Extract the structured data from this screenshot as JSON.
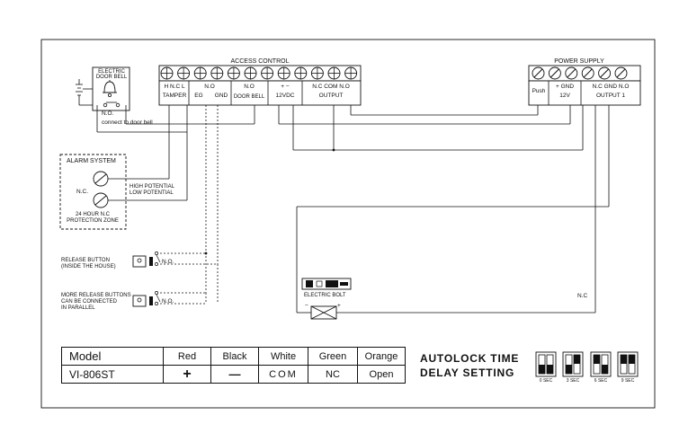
{
  "access_control": {
    "title": "ACCESS CONTROL",
    "tamper_top": "H N.C L",
    "tamper": "TAMPER",
    "eg_top": "N.O",
    "eg": "EG",
    "gnd": "GND",
    "doorbell_top": "N.O",
    "doorbell": "DOOR BELL",
    "power_top": "+   −",
    "power": "12VDC",
    "output_top": "N.C COM N.O",
    "output": "OUTPUT"
  },
  "power_supply": {
    "title": "POWER SUPPLY",
    "push": "Push",
    "v12_top": "+  GND",
    "v12": "12V",
    "output1_top": "N.C GND N.O",
    "output1": "OUTPUT 1"
  },
  "door_bell": {
    "title_line1": "ELECTRIC",
    "title_line2": "DOOR BELL",
    "no": "N.O.",
    "connect": "connect to door bell"
  },
  "alarm": {
    "title": "ALARM SYSTEM",
    "nc": "N.C.",
    "high": "HIGH POTENTIAL",
    "low": "LOW POTENTIAL",
    "zone_line1": "24 HOUR N.C",
    "zone_line2": "PROTECTION ZONE"
  },
  "release1": {
    "line1": "RELEASE BUTTON",
    "line2": "(INSIDE THE HOUSE)",
    "no": "N.O."
  },
  "release2": {
    "line1": "MORE RELEASE BUTTONS",
    "line2": "CAN BE CONNECTED",
    "line3": "IN PARALLEL",
    "no": "N.O."
  },
  "bolt": {
    "title": "ELECTRIC BOLT",
    "minus": "−",
    "plus": "+",
    "nc": "N.C"
  },
  "table": {
    "header": [
      "Model",
      "Red",
      "Black",
      "White",
      "Green",
      "Orange"
    ],
    "row": [
      "VI-806ST",
      "+",
      "—",
      "COM",
      "NC",
      "Open"
    ]
  },
  "autolock": {
    "line1": "AUTOLOCK TIME",
    "line2": "DELAY SETTING",
    "settings": [
      "0 SEC",
      "3 SEC",
      "6 SEC",
      "9 SEC"
    ]
  }
}
